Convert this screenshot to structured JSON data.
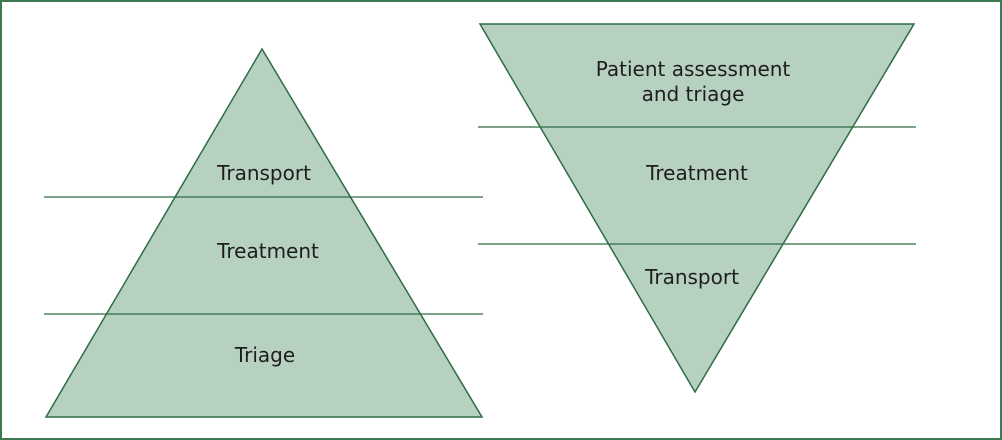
{
  "diagram": {
    "left_pyramid": {
      "tiers": [
        {
          "label": "Transport"
        },
        {
          "label": "Treatment"
        },
        {
          "label": "Triage"
        }
      ]
    },
    "right_pyramid": {
      "tiers": [
        {
          "label_line1": "Patient assessment",
          "label_line2": "and triage"
        },
        {
          "label": "Treatment"
        },
        {
          "label": "Transport"
        }
      ]
    }
  },
  "colors": {
    "fill": "#b7d1c0",
    "stroke": "#2e6b45",
    "frame_border": "#3d7a52",
    "text": "#1e1e1e"
  }
}
